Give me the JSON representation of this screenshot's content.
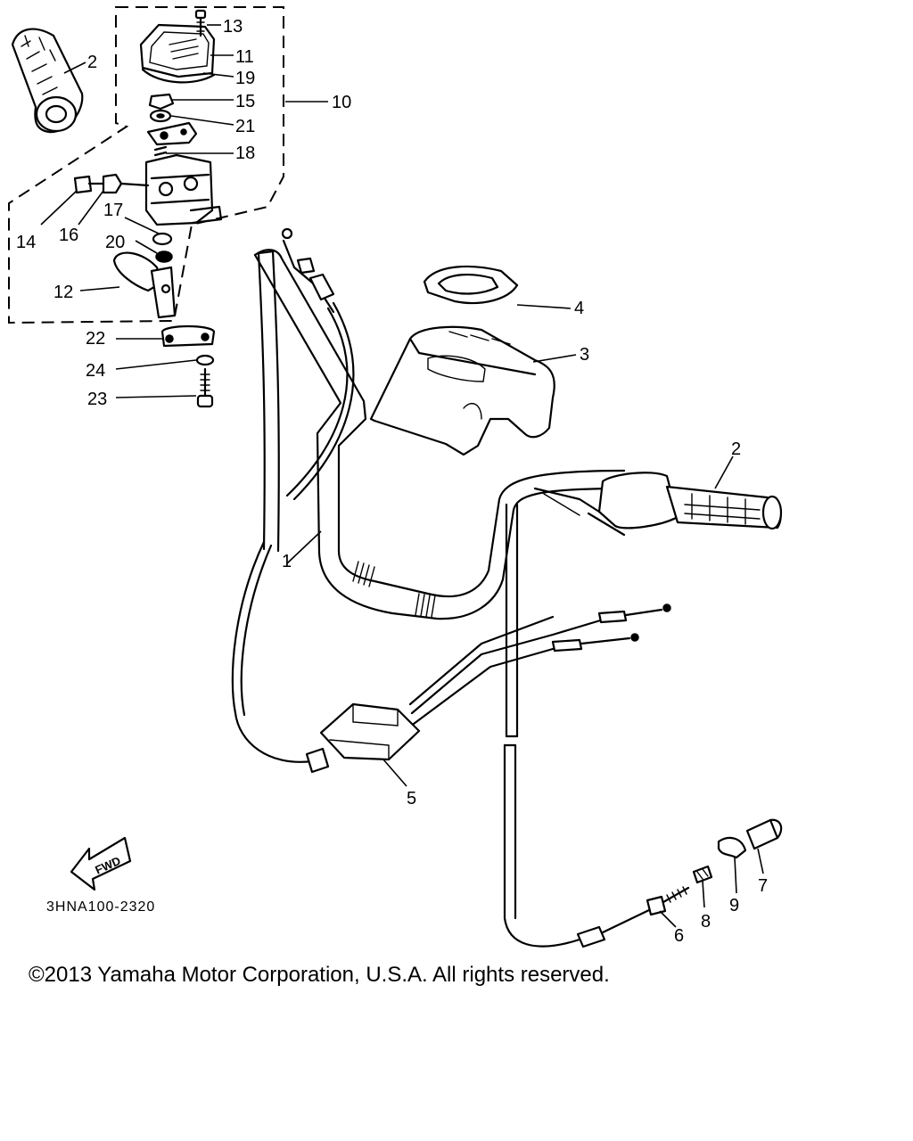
{
  "diagram": {
    "part_numbers": {
      "p1": "1",
      "p2_left": "2",
      "p2_right": "2",
      "p3": "3",
      "p4": "4",
      "p5": "5",
      "p6": "6",
      "p7": "7",
      "p8": "8",
      "p9": "9",
      "p10": "10",
      "p11": "11",
      "p12": "12",
      "p13": "13",
      "p14": "14",
      "p15": "15",
      "p16": "16",
      "p17": "17",
      "p18": "18",
      "p19": "19",
      "p20": "20",
      "p21": "21",
      "p22": "22",
      "p23": "23",
      "p24": "24"
    },
    "direction_label": "FWD",
    "diagram_code": "3HNA100-2320"
  },
  "footer": {
    "copyright": "©2013 Yamaha Motor Corporation, U.S.A. All rights reserved."
  }
}
